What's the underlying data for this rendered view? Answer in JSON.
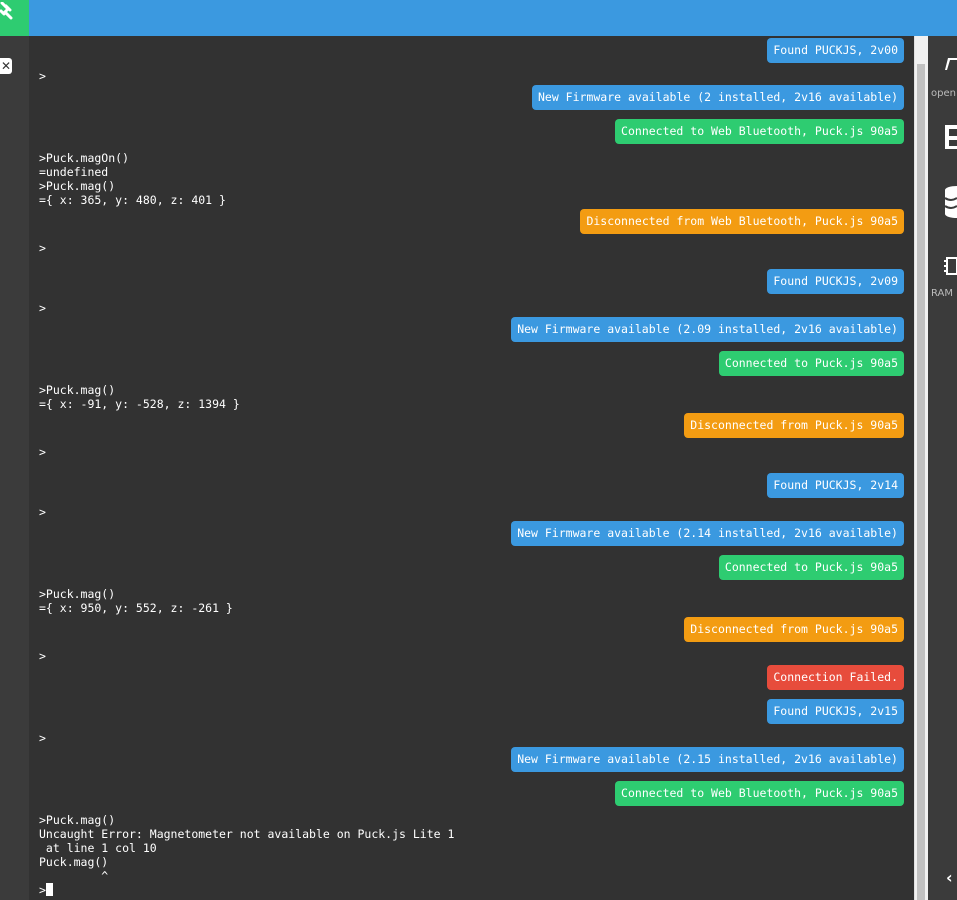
{
  "terminal": {
    "lines": [
      ">",
      ">Puck.magOn()",
      "=undefined",
      ">Puck.mag()",
      "={ x: 365, y: 480, z: 401 }",
      ">",
      ">",
      ">Puck.mag()",
      "={ x: -91, y: -528, z: 1394 }",
      ">",
      ">",
      ">Puck.mag()",
      "={ x: 950, y: 552, z: -261 }",
      ">",
      ">",
      ">Puck.mag()",
      "Uncaught Error: Magnetometer not available on Puck.js Lite 1",
      " at line 1 col 10",
      "Puck.mag()",
      "         ^",
      ">"
    ],
    "notifications": [
      "Found PUCKJS, 2v00",
      "New Firmware available (2 installed, 2v16 available)",
      "Connected to Web Bluetooth, Puck.js 90a5",
      "Disconnected from Web Bluetooth, Puck.js 90a5",
      "Found PUCKJS, 2v09",
      "New Firmware available (2.09 installed, 2v16 available)",
      "Connected to Puck.js 90a5",
      "Disconnected from Puck.js 90a5",
      "Found PUCKJS, 2v14",
      "New Firmware available (2.14 installed, 2v16 available)",
      "Connected to Puck.js 90a5",
      "Disconnected from Puck.js 90a5",
      "Connection Failed.",
      "Found PUCKJS, 2v15",
      "New Firmware available (2.15 installed, 2v16 available)",
      "Connected to Web Bluetooth, Puck.js 90a5"
    ]
  },
  "sidebar": {
    "open_label": "open",
    "ram_label": "RAM"
  },
  "colors": {
    "topbar": "#3b99e0",
    "connect": "#2ecc71",
    "info": "#3b99e0",
    "success": "#2ecc71",
    "warning": "#f39c12",
    "error": "#e74c3c",
    "terminal_bg": "#323232"
  },
  "icons": {
    "connect": "plug-icon",
    "collapse": "close-icon",
    "open": "open-file-icon",
    "save": "save-icon",
    "storage": "database-icon",
    "ram": "chip-icon",
    "expand": "chevron-left-icon"
  }
}
